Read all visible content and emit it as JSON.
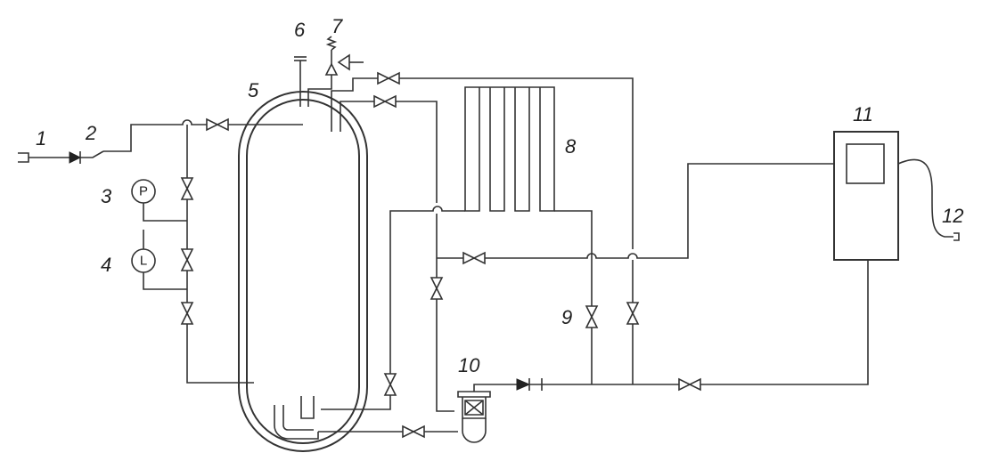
{
  "labels": {
    "l1": "1",
    "l2": "2",
    "l3": "3",
    "l4": "4",
    "l5": "5",
    "l6": "6",
    "l7": "7",
    "l8": "8",
    "l9": "9",
    "l10": "10",
    "l11": "11",
    "l12": "12"
  },
  "gauges": {
    "pressure": "P",
    "level": "L"
  }
}
